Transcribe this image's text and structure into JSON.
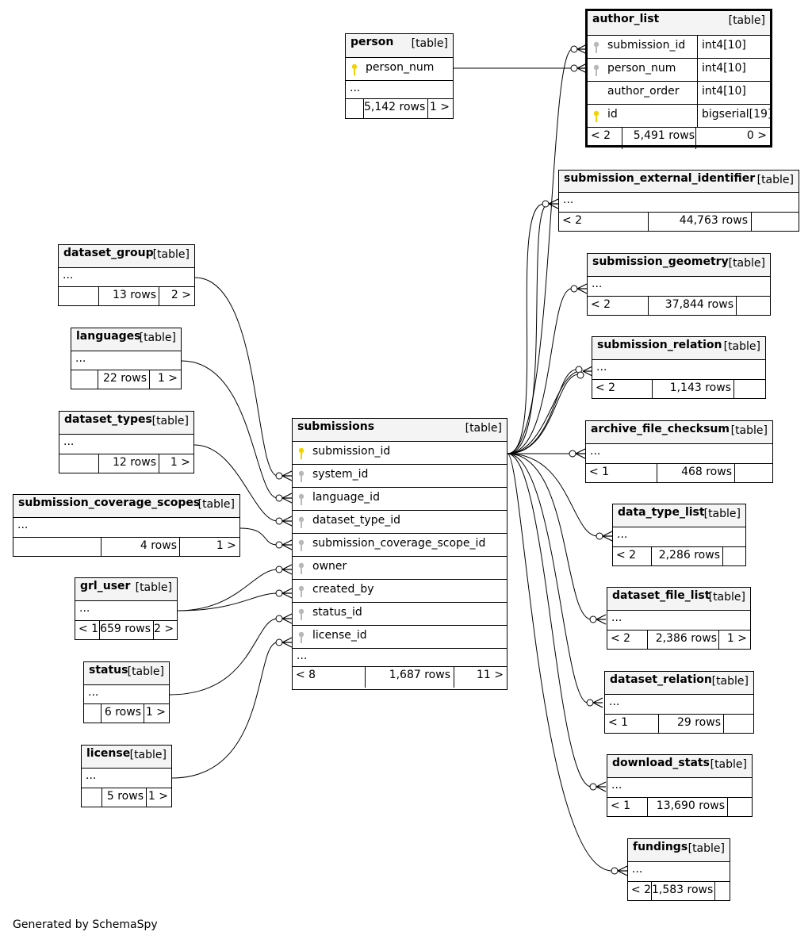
{
  "credit": "Generated by SchemaSpy",
  "type_label": "[table]",
  "more_label": "...",
  "tables": {
    "author_list": {
      "name": "author_list",
      "columns": [
        {
          "name": "submission_id",
          "type": "int4[10]",
          "key": "fk"
        },
        {
          "name": "person_num",
          "type": "int4[10]",
          "key": "fk"
        },
        {
          "name": "author_order",
          "type": "int4[10]",
          "key": "none"
        },
        {
          "name": "id",
          "type": "bigserial[19]",
          "key": "pk"
        }
      ],
      "footer": {
        "parents": "< 2",
        "rows": "5,491 rows",
        "children": "0 >"
      }
    },
    "person": {
      "name": "person",
      "columns": [
        {
          "name": "person_num",
          "key": "pk"
        }
      ],
      "footer": {
        "parents": "",
        "rows": "5,142 rows",
        "children": "1 >"
      }
    },
    "submission_external_identifier": {
      "name": "submission_external_identifier",
      "footer": {
        "parents": "< 2",
        "rows": "44,763 rows",
        "children": ""
      }
    },
    "submission_geometry": {
      "name": "submission_geometry",
      "footer": {
        "parents": "< 2",
        "rows": "37,844 rows",
        "children": ""
      }
    },
    "submission_relation": {
      "name": "submission_relation",
      "footer": {
        "parents": "< 2",
        "rows": "1,143 rows",
        "children": ""
      }
    },
    "archive_file_checksum": {
      "name": "archive_file_checksum",
      "footer": {
        "parents": "< 1",
        "rows": "468 rows",
        "children": ""
      }
    },
    "data_type_list": {
      "name": "data_type_list",
      "footer": {
        "parents": "< 2",
        "rows": "2,286 rows",
        "children": ""
      }
    },
    "dataset_file_list": {
      "name": "dataset_file_list",
      "footer": {
        "parents": "< 2",
        "rows": "2,386 rows",
        "children": "1 >"
      }
    },
    "dataset_relation": {
      "name": "dataset_relation",
      "footer": {
        "parents": "< 1",
        "rows": "29 rows",
        "children": ""
      }
    },
    "download_stats": {
      "name": "download_stats",
      "footer": {
        "parents": "< 1",
        "rows": "13,690 rows",
        "children": ""
      }
    },
    "fundings": {
      "name": "fundings",
      "footer": {
        "parents": "< 2",
        "rows": "1,583 rows",
        "children": ""
      }
    },
    "dataset_group": {
      "name": "dataset_group",
      "footer": {
        "parents": "",
        "rows": "13 rows",
        "children": "2 >"
      }
    },
    "languages": {
      "name": "languages",
      "footer": {
        "parents": "",
        "rows": "22 rows",
        "children": "1 >"
      }
    },
    "dataset_types": {
      "name": "dataset_types",
      "footer": {
        "parents": "",
        "rows": "12 rows",
        "children": "1 >"
      }
    },
    "submission_coverage_scopes": {
      "name": "submission_coverage_scopes",
      "footer": {
        "parents": "",
        "rows": "4 rows",
        "children": "1 >"
      }
    },
    "grl_user": {
      "name": "grl_user",
      "footer": {
        "parents": "< 1",
        "rows": "659 rows",
        "children": "2 >"
      }
    },
    "status": {
      "name": "status",
      "footer": {
        "parents": "",
        "rows": "6 rows",
        "children": "1 >"
      }
    },
    "license": {
      "name": "license",
      "footer": {
        "parents": "",
        "rows": "5 rows",
        "children": "1 >"
      }
    },
    "submissions": {
      "name": "submissions",
      "columns": [
        {
          "name": "submission_id",
          "key": "pk"
        },
        {
          "name": "system_id",
          "key": "fk"
        },
        {
          "name": "language_id",
          "key": "fk"
        },
        {
          "name": "dataset_type_id",
          "key": "fk"
        },
        {
          "name": "submission_coverage_scope_id",
          "key": "fk"
        },
        {
          "name": "owner",
          "key": "fk"
        },
        {
          "name": "created_by",
          "key": "fk"
        },
        {
          "name": "status_id",
          "key": "fk"
        },
        {
          "name": "license_id",
          "key": "fk"
        }
      ],
      "footer": {
        "parents": "< 8",
        "rows": "1,687 rows",
        "children": "11 >"
      }
    }
  },
  "colors": {
    "header_bg": "#f4f4f4",
    "pk_key": "#f2d200",
    "fk_key": "#b8b8b8"
  }
}
